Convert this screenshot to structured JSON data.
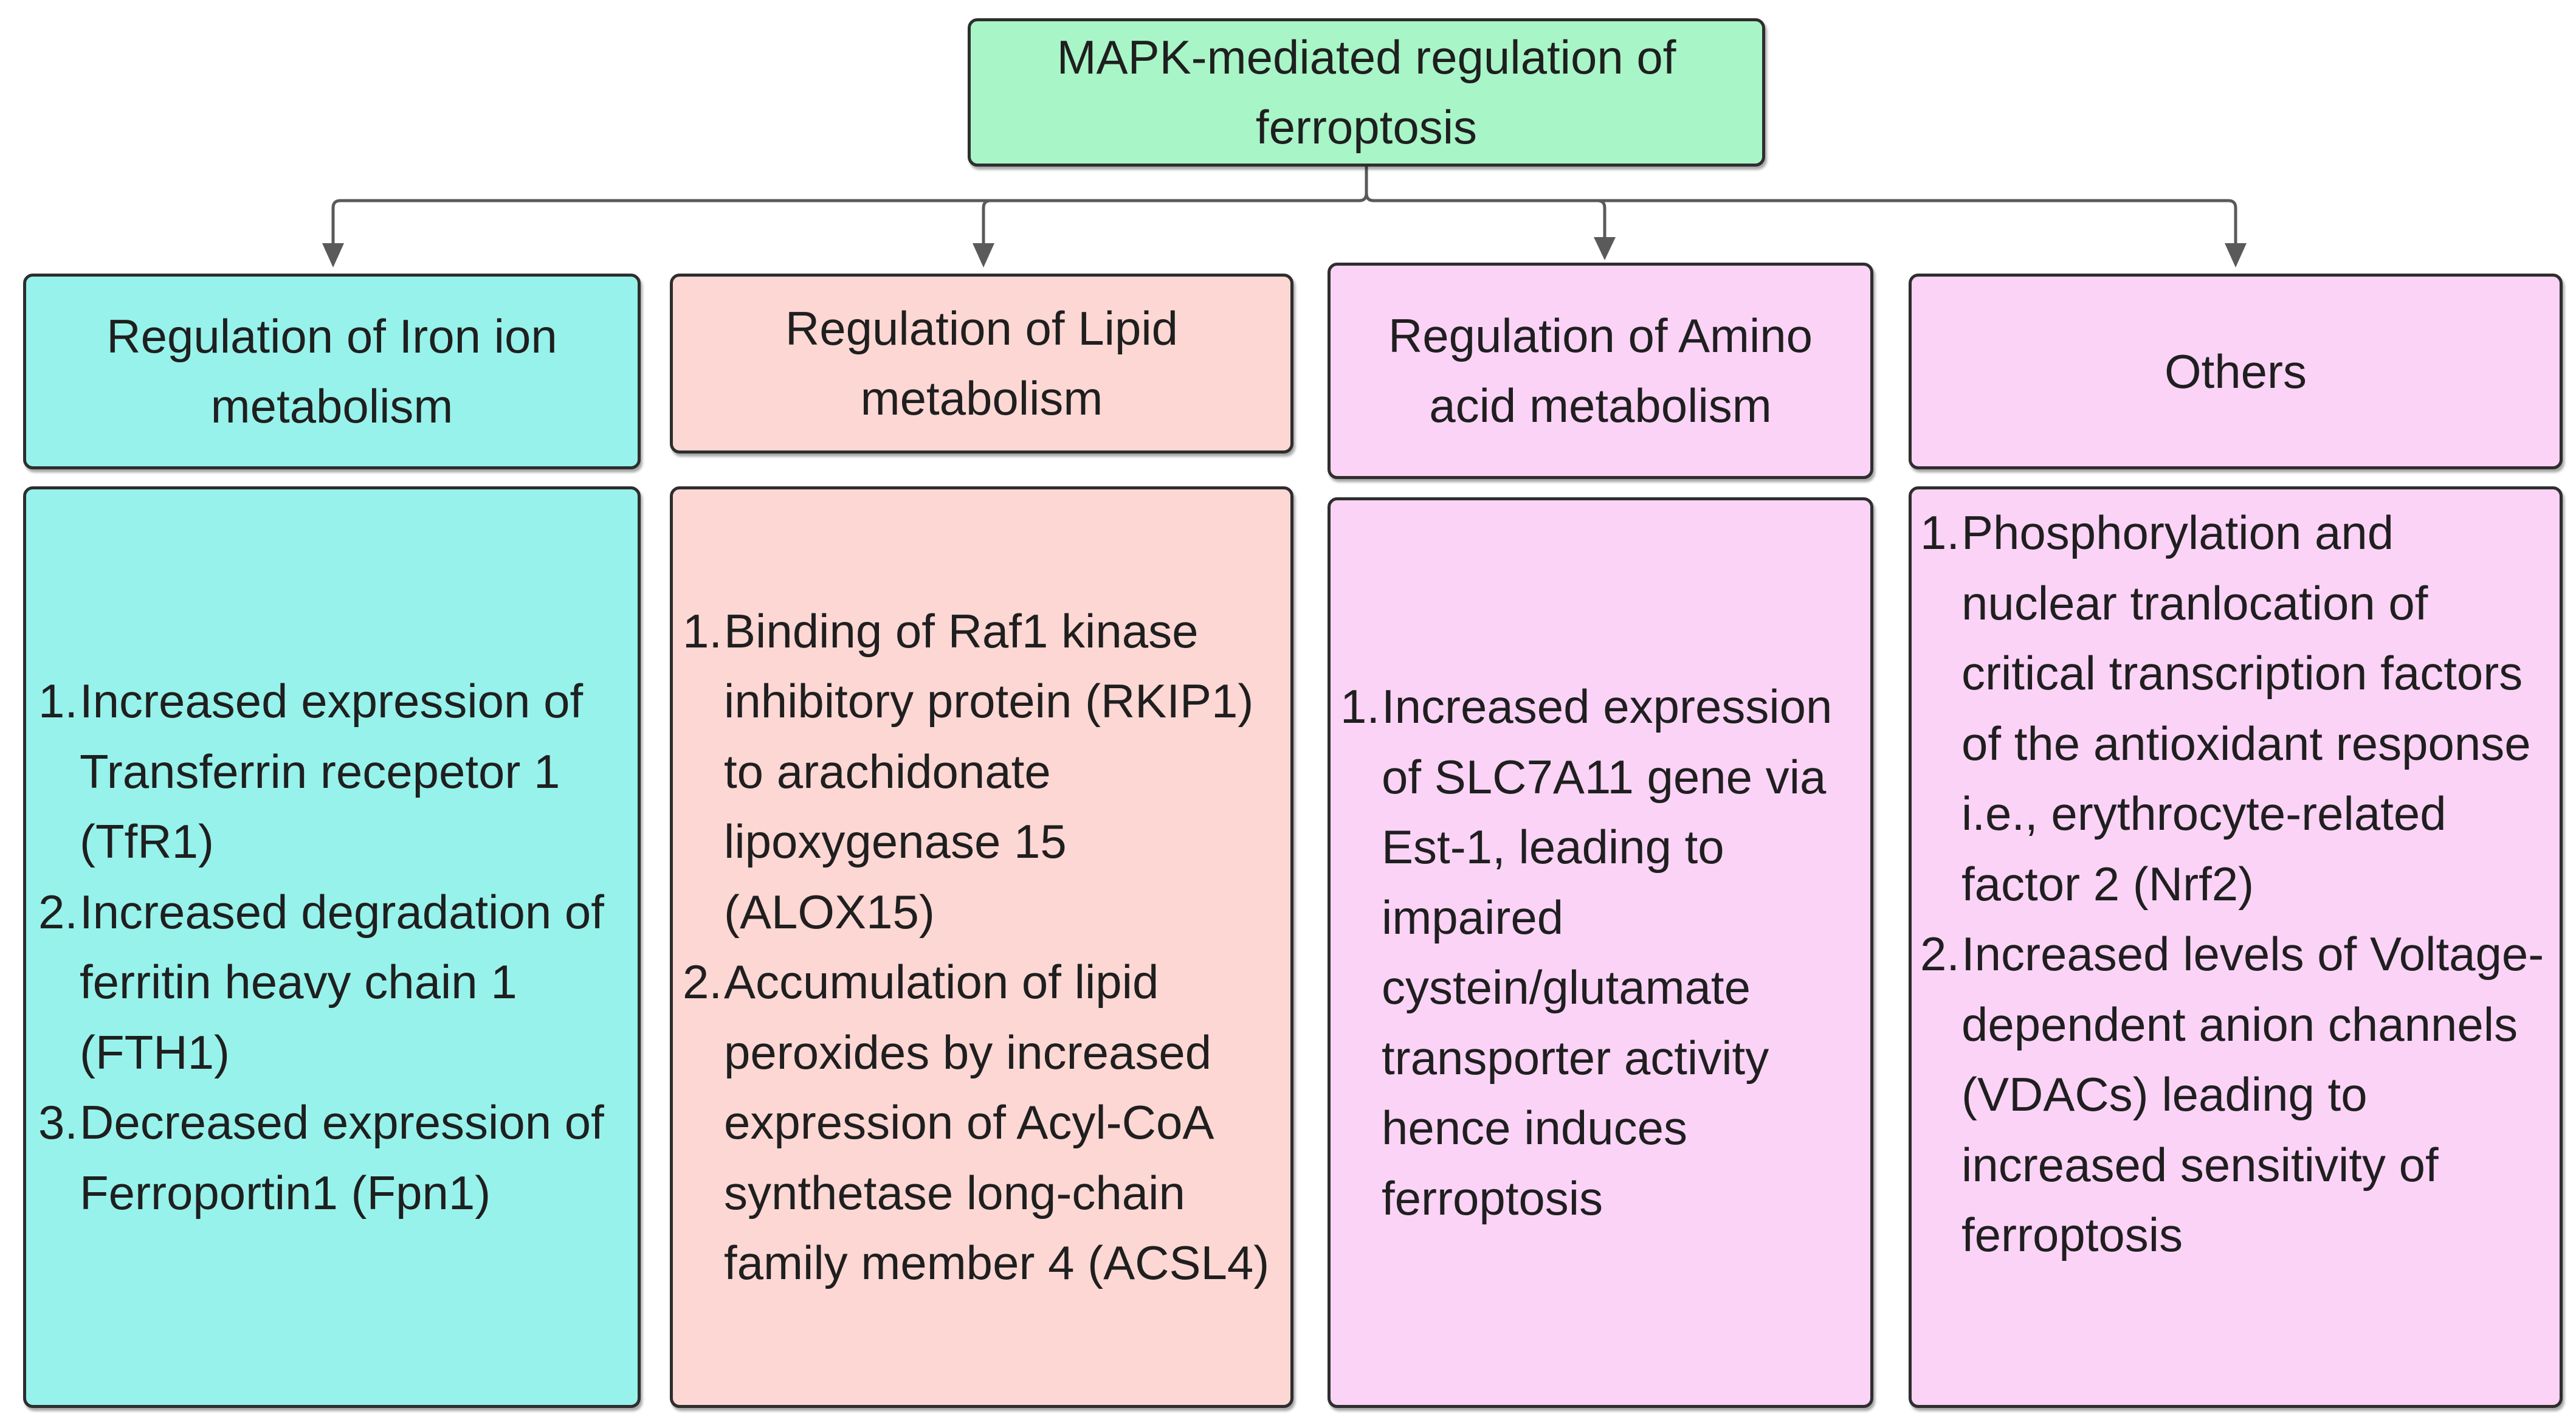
{
  "title": "MAPK-mediated regulation of ferroptosis",
  "categories": [
    {
      "heading": "Regulation of Iron ion metabolism",
      "items": [
        {
          "num": "1.",
          "text": "Increased expression of Transferrin recepetor 1 (TfR1)"
        },
        {
          "num": "2.",
          "text": "Increased degradation of ferritin heavy chain 1 (FTH1)"
        },
        {
          "num": "3.",
          "text": "Decreased expression of Ferroportin1 (Fpn1)"
        }
      ]
    },
    {
      "heading": "Regulation of Lipid metabolism",
      "items": [
        {
          "num": "1.",
          "text": "Binding of Raf1 kinase inhibitory protein (RKIP1) to arachidonate lipoxygenase 15 (ALOX15)"
        },
        {
          "num": "2.",
          "text": "Accumulation of lipid peroxides by increased expression of Acyl-CoA synthetase long-chain family member 4 (ACSL4)"
        }
      ]
    },
    {
      "heading": "Regulation of Amino acid metabolism",
      "items": [
        {
          "num": "1.",
          "text": "Increased expression of SLC7A11 gene via Est-1, leading to impaired cystein/glutamate transporter activity hence induces ferroptosis"
        }
      ]
    },
    {
      "heading": "Others",
      "items": [
        {
          "num": "1.",
          "text": "Phosphorylation and nuclear tranlocation of critical transcription factors of the antioxidant response i.e., erythrocyte-related factor 2 (Nrf2)"
        },
        {
          "num": "2.",
          "text": "Increased levels of Voltage-dependent anion channels (VDACs) leading to increased sensitivity of ferroptosis"
        }
      ]
    }
  ],
  "colors": {
    "root": "#a8f5c8",
    "iron": "#96f2ea",
    "lipid": "#fdd7d4",
    "amino": "#fbd3f7",
    "others": "#fbd3f7",
    "connector": "#5a5a5a"
  }
}
